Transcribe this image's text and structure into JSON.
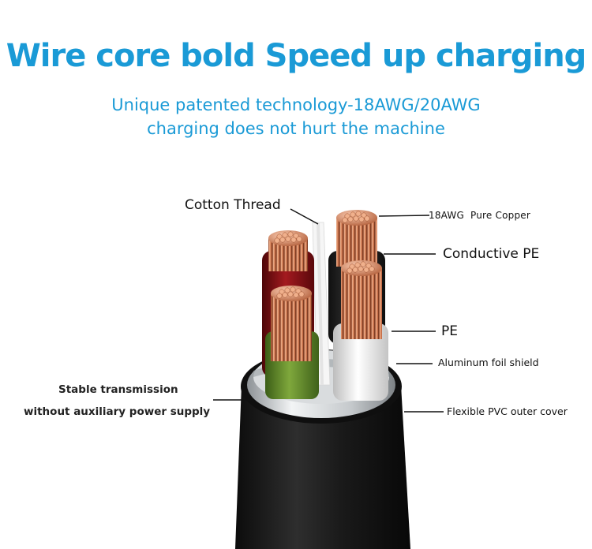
{
  "header": {
    "title": "Wire core bold Speed up charging",
    "subtitle_line1": "Unique patented technology-18AWG/20AWG",
    "subtitle_line2": "charging does not hurt the machine"
  },
  "labels": {
    "cotton_thread": "Cotton Thread",
    "pure_copper": "18AWG  Pure Copper",
    "conductive_pe": "Conductive PE",
    "pe": "PE",
    "aluminum_foil": "Aluminum foil shield",
    "pvc_cover": "Flexible PVC outer cover",
    "stable_line1": "Stable transmission",
    "stable_line2": "without auxiliary power supply"
  },
  "colors": {
    "title": "#1a9ad6",
    "outer_jacket": "#141414",
    "foil": "#c8ccd0",
    "red_insulation": "#8a0f14",
    "green_insulation": "#5f8a2a",
    "black_insulation": "#2a2a2a",
    "white_insulation": "#eeeeee",
    "copper": "#c9744c"
  },
  "icons": {
    "cable": "cable-cross-section-icon"
  }
}
